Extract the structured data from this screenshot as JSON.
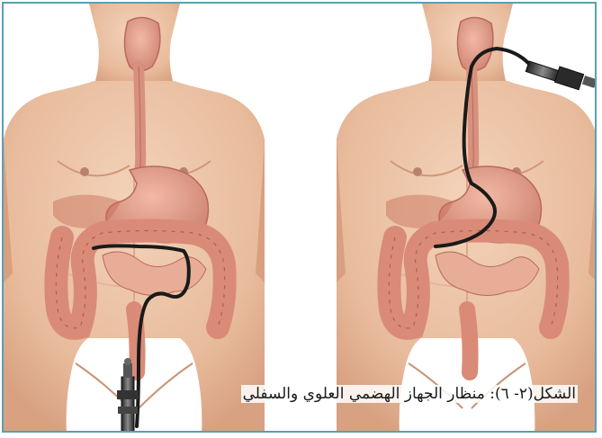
{
  "figure": {
    "caption": "الشكل(٢- ٦): منظار الجهاز الهضمي العلوي والسفلي"
  },
  "colors": {
    "frame_border": "#5aa0b4",
    "skin": "#ecc2a5",
    "skin_shadow": "#dba585",
    "organ": "#e4a08d",
    "organ_dark": "#c8776a",
    "scope_tube": "#1a1a1a"
  },
  "illustrations": [
    {
      "name": "lower-gi-endoscopy",
      "icon": "torso-with-colonoscope"
    },
    {
      "name": "upper-gi-endoscopy",
      "icon": "torso-with-gastroscope"
    }
  ]
}
